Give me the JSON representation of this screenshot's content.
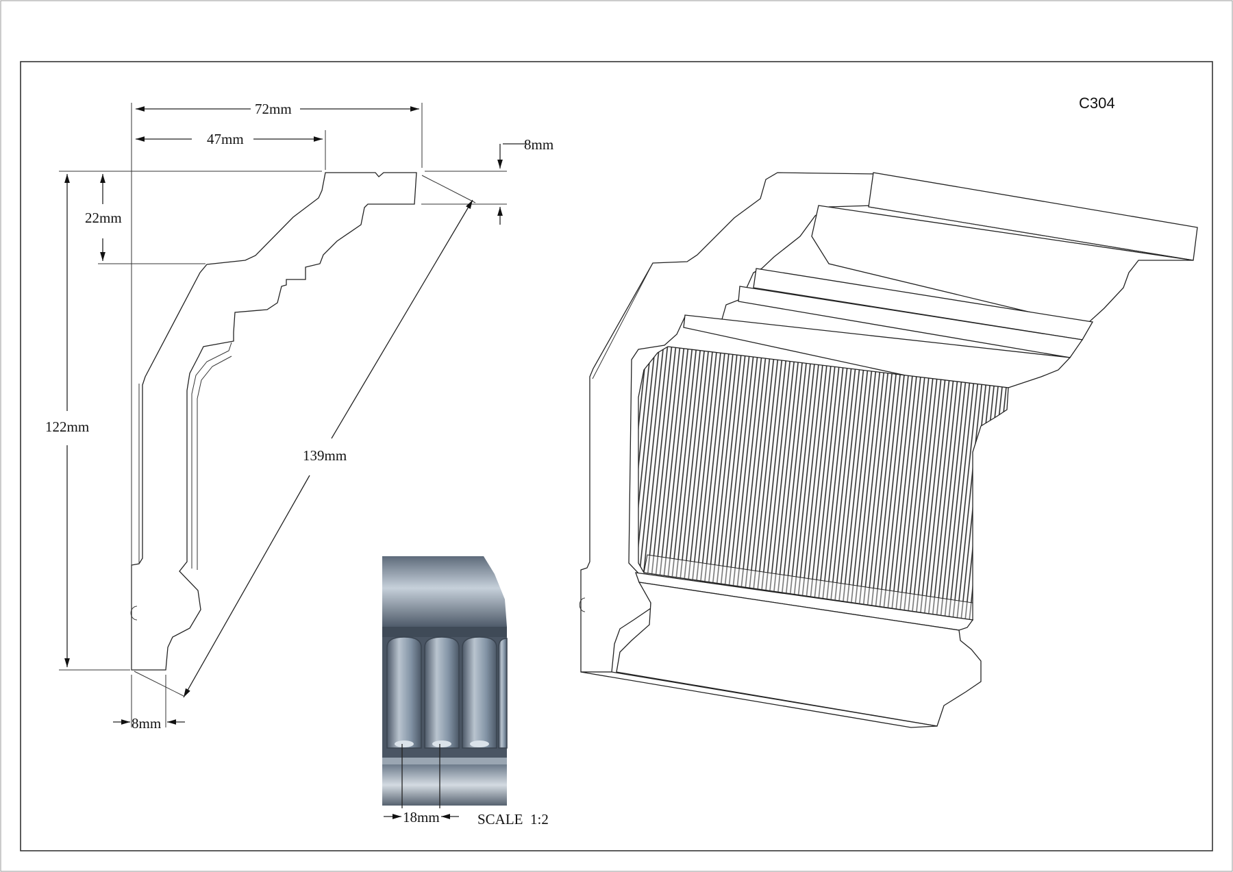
{
  "drawing": {
    "product_code": "C304",
    "scale_label": "SCALE  1:2",
    "border_color": "#333333",
    "detail_color": "#7e8ea0"
  },
  "dimensions": {
    "projection_total": "72mm",
    "projection_partial": "47mm",
    "top_offset": "8mm",
    "top_step": "22mm",
    "height": "122mm",
    "diagonal": "139mm",
    "bottom_offset": "8mm",
    "flute_spacing": "18mm"
  }
}
